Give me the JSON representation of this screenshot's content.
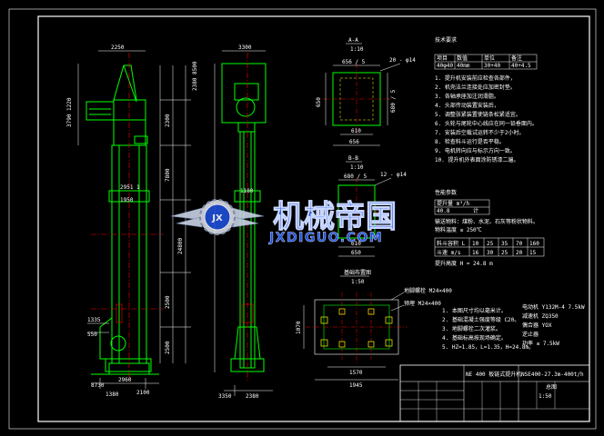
{
  "frame_color": "#ffffff",
  "colors": {
    "machine": "#00ff00",
    "dimension": "#ffffff",
    "center_line": "#ff0000",
    "hidden": "#ffff00",
    "background": "#000000",
    "watermark": "#1e4fd8"
  },
  "left_view": {
    "dim_top": "2250",
    "dim_left_top": "3790 1220",
    "dim_right_top": "2380 8500",
    "dims_right": [
      "2300",
      "7800",
      "24800",
      "2500",
      "2500"
    ],
    "label_mid": "1950",
    "label_mid2": "2951 1",
    "dims_bottom": [
      "1335",
      "550",
      "2960",
      "2100",
      "8730",
      "1380"
    ]
  },
  "front_view": {
    "dim_top": "3300",
    "label_mid": "1180",
    "dims_bottom": [
      "3350",
      "2380"
    ]
  },
  "section_aa": {
    "title": "A-A",
    "subtitle": "1:10",
    "dim_top": "656 / 5",
    "dim_top_right": "20 - φ14",
    "dim_left": "650",
    "dim_right": "680 / 5",
    "dim_bottom": "610",
    "dim_bottom2": "656"
  },
  "section_bb": {
    "title": "B-B",
    "subtitle": "1:10",
    "dim_top": "680 / 5",
    "dim_top_right": "12 - φ14",
    "dim_bottom": "610",
    "dim_bottom2": "650"
  },
  "foundation": {
    "title": "基础布置图",
    "subtitle": "1:50",
    "callout1": "地脚螺栓 M24×400",
    "callout2": "预埋 M24×400",
    "dims": [
      "1570",
      "1945",
      "1070"
    ]
  },
  "notes_right": {
    "heading": "技术要求",
    "table_headers": [
      "项目",
      "数值",
      "单位",
      "备注"
    ],
    "table_values": [
      "40φ40",
      "40mm",
      "30+40",
      "40+4.5"
    ],
    "lines": [
      "1. 提升机安装前应检查各部件，",
      "2. 机壳法兰连接处应加密封垫。",
      "3. 各轴承座加注润滑脂。",
      "4. 头部传动装置安装后，",
      "5. 调整张紧装置使链条松紧适宜。",
      "6. 头轮与尾轮中心线应在同一铅垂面内。",
      "7. 安装后空载试运转不少于2小时。",
      "8. 检查料斗运行是否平稳。",
      "9. 电机转向应与标示方向一致。",
      "10. 提升机外表面涂防锈漆二遍。"
    ]
  },
  "performance": {
    "heading": "性能参数",
    "table1": [
      "提升量 m³/h",
      "40.8",
      "计"
    ],
    "table2": [
      "料斗容积 L",
      "10",
      "25",
      "35",
      "70",
      "160"
    ],
    "table3": [
      "斗速 m/s",
      "16",
      "30",
      "25",
      "20",
      "15"
    ],
    "extra": [
      "输送物料：煤粉、水泥、石灰等粉状物料。",
      "物料温度 ≤ 250℃",
      "提升高度 H = 24.8 m"
    ]
  },
  "right_notes2": {
    "lines": [
      "电动机 Y132M-4 7.5kW",
      "减速机 ZQ350",
      "偶合器 YOX",
      "逆止器",
      "功率 ≤ 7.5kW"
    ]
  },
  "bottom_notes": {
    "lines": [
      "1. 本图尺寸均以毫米计。",
      "2. 基础混凝土强度等级 C20。",
      "3. 地脚螺栓二次灌浆。",
      "4. 基础标高按现场确定。",
      "5. HZ=1.85，L=1.35，H=24.8m。"
    ]
  },
  "title_block": {
    "name": "NE 400 板链式提升机",
    "model": "NSE400-27.3m-400t/h",
    "label": "总图",
    "scale": "1:50"
  },
  "watermark": {
    "cn_text": "机械帝国",
    "en_text": "JXDIGUO.COM",
    "badge_letter": "JX"
  }
}
